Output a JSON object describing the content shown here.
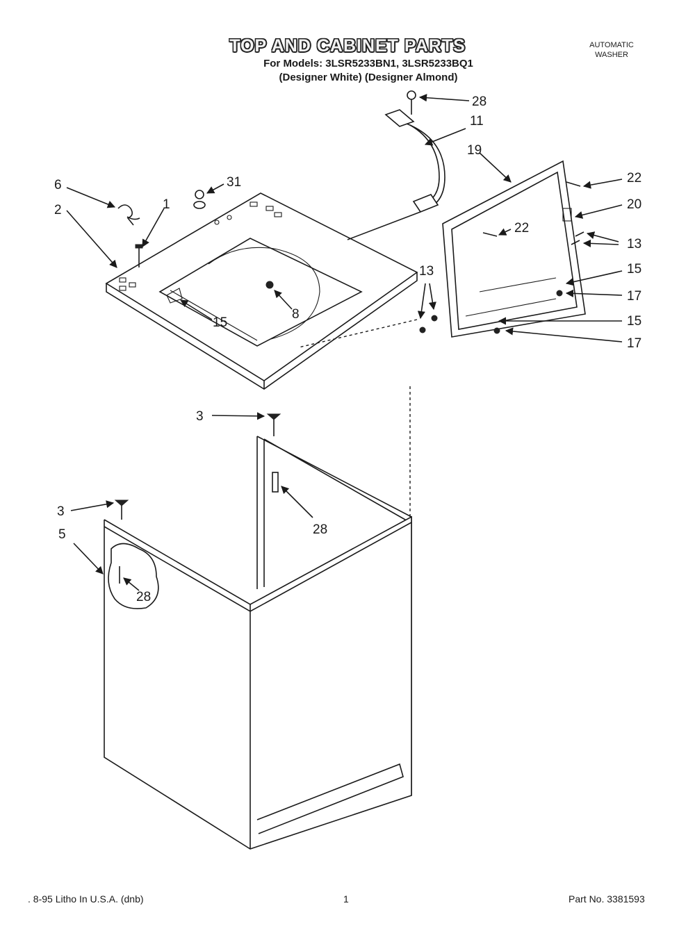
{
  "header": {
    "title": "TOP AND CABINET PARTS",
    "models_line": "For Models: 3LSR5233BN1, 3LSR5233BQ1",
    "colors_line": "(Designer White) (Designer Almond)",
    "doc_type_line1": "AUTOMATIC",
    "doc_type_line2": "WASHER"
  },
  "callouts": {
    "c28_top": "28",
    "c11": "11",
    "c19": "19",
    "c22_right": "22",
    "c20": "20",
    "c22_inner": "22",
    "c13_right": "13",
    "c15_right_upper": "15",
    "c17_upper": "17",
    "c15_right_lower": "15",
    "c17_lower": "17",
    "c13_left": "13",
    "c6": "6",
    "c31": "31",
    "c1": "1",
    "c2": "2",
    "c8": "8",
    "c15_top": "15",
    "c3_upper": "3",
    "c3_lower": "3",
    "c5": "5",
    "c28_mid": "28",
    "c28_low": "28"
  },
  "footer": {
    "left": ". 8-95 Litho In U.S.A. (dnb)",
    "page_number": "1",
    "part_number": "Part No. 3381593"
  }
}
